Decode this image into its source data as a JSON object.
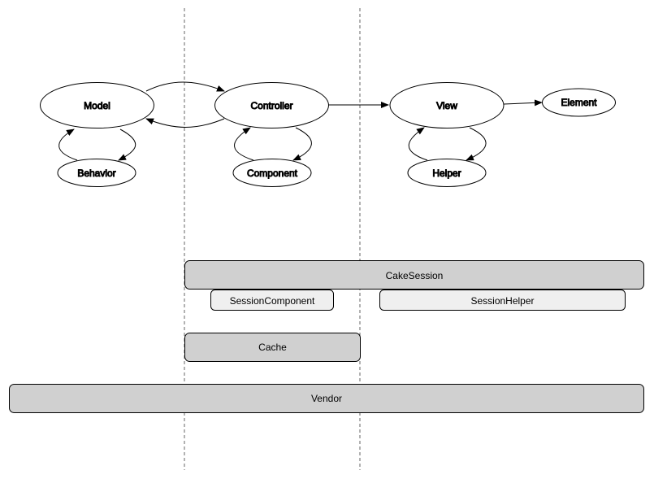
{
  "nodes": {
    "model": "Model",
    "controller": "Controller",
    "view": "View",
    "element": "Element",
    "behavior": "Behavior",
    "component": "Component",
    "helper": "Helper"
  },
  "bars": {
    "cake_session": "CakeSession",
    "session_component": "SessionComponent",
    "session_helper": "SessionHelper",
    "cache": "Cache",
    "vendor": "Vendor"
  },
  "colors": {
    "bar_dark": "#d0d0d0",
    "bar_light": "#efefef",
    "stroke": "#000000",
    "divider": "#666666"
  }
}
